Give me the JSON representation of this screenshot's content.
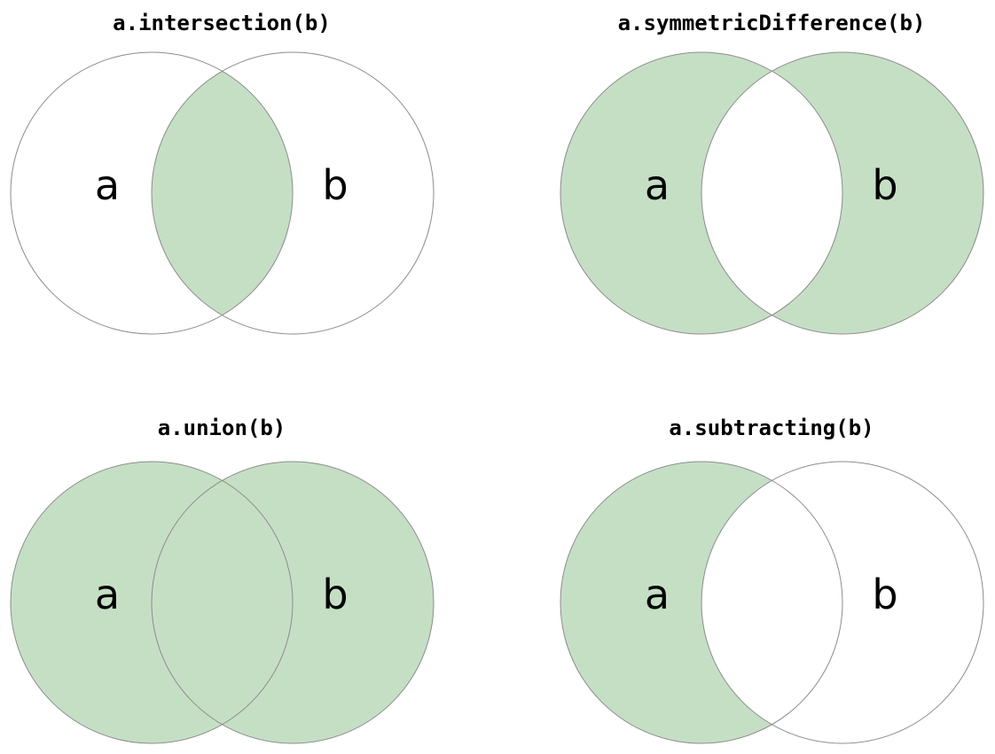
{
  "figure": {
    "background": "#ffffff",
    "colors": {
      "region_green": "#c5dfc5",
      "region_white": "#ffffff",
      "circle_stroke": "#8c8c8c",
      "text": "#000000"
    },
    "diagrams": [
      {
        "operation": "intersection",
        "title": "a.intersection(b)",
        "label_a": "a",
        "label_b": "b",
        "fill_a": "#ffffff",
        "fill_b": "#ffffff",
        "fill_overlap": "#c5dfc5"
      },
      {
        "operation": "symmetric-difference",
        "title": "a.symmetricDifference(b)",
        "label_a": "a",
        "label_b": "b",
        "fill_a": "#c5dfc5",
        "fill_b": "#c5dfc5",
        "fill_overlap": "#ffffff"
      },
      {
        "operation": "union",
        "title": "a.union(b)",
        "label_a": "a",
        "label_b": "b",
        "fill_a": "#c5dfc5",
        "fill_b": "#c5dfc5",
        "fill_overlap": "#c5dfc5"
      },
      {
        "operation": "subtracting",
        "title": "a.subtracting(b)",
        "label_a": "a",
        "label_b": "b",
        "fill_a": "#c5dfc5",
        "fill_b": "#ffffff",
        "fill_overlap": "#ffffff"
      }
    ]
  }
}
